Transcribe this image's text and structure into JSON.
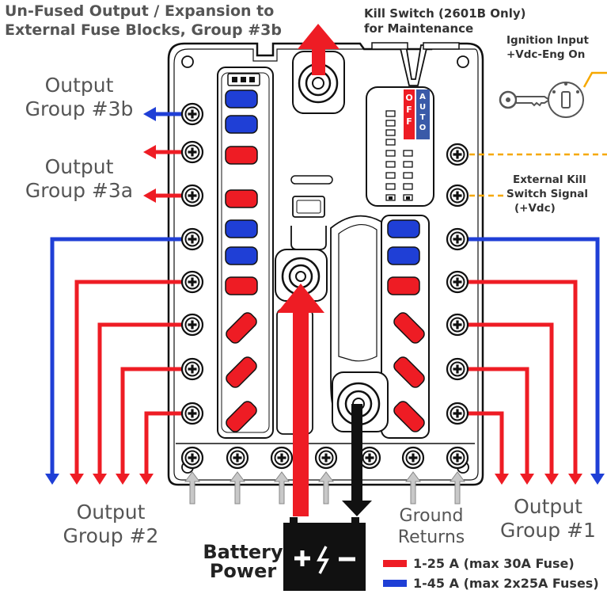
{
  "labels": {
    "top_title": [
      "Un-Fused Output / Expansion to",
      "External Fuse Blocks, Group #3b"
    ],
    "kill_switch": [
      "Kill Switch (2601B Only)",
      "for Maintenance"
    ],
    "ignition": [
      "Ignition Input",
      "+Vdc-Eng On"
    ],
    "ext_kill": [
      "External Kill",
      "Switch Signal",
      "(+Vdc)"
    ],
    "group3b": [
      "Output",
      "Group #3b"
    ],
    "group3a": [
      "Output",
      "Group #3a"
    ],
    "group2": [
      "Output",
      "Group #2"
    ],
    "group1": [
      "Output",
      "Group #1"
    ],
    "ground": [
      "Ground",
      "Returns"
    ],
    "battery": [
      "Battery",
      "Power"
    ],
    "switch_off": "OFF",
    "switch_auto": "AUTO"
  },
  "legend": [
    {
      "color": "#ee1c24",
      "text": "1-25 A (max 30A Fuse)"
    },
    {
      "color": "#1f3fd6",
      "text": "1-45 A (max 2x25A Fuses)"
    }
  ],
  "colors": {
    "red": "#ee1c24",
    "blue": "#1f3fd6",
    "orange": "#f6a800",
    "black": "#111111",
    "gray_arrow": "#c8c8c8"
  },
  "icons": [
    "key-icon",
    "ignition-switch-icon",
    "screw-terminal-icon",
    "fuse-icon",
    "battery-icon",
    "led-indicator-icon"
  ]
}
